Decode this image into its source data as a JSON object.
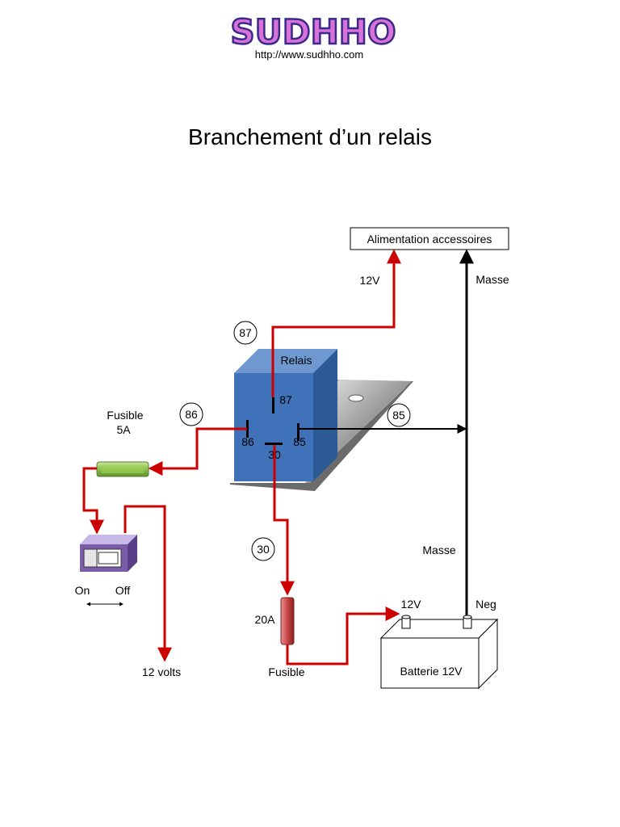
{
  "logo": {
    "text": "SUDHHO",
    "url": "http://www.sudhho.com"
  },
  "title": "Branchement d’un relais",
  "labels": {
    "accessories": "Alimentation  accessoires",
    "v12_top": "12V",
    "masse_top": "Masse",
    "masse_mid": "Masse",
    "relay": "Relais",
    "pin87_inner": "87",
    "pin86_inner": "86",
    "pin85_inner": "85",
    "pin30_inner": "30",
    "circle87": "87",
    "circle86": "86",
    "circle85": "85",
    "circle30": "30",
    "fuse_small_1": "Fusible",
    "fuse_small_2": "5A",
    "on": "On",
    "off": "Off",
    "twelve_volts": "12 volts",
    "fuse_large_rating": "20A",
    "fuse_large": "Fusible",
    "battery_pos": "12V",
    "battery_neg": "Neg",
    "battery": "Batterie 12V"
  },
  "colors": {
    "wire_positive": "#cc0000",
    "wire_ground": "#000000",
    "relay_front": "#3f72b8",
    "relay_top": "#6f98d0",
    "relay_side": "#2c5a96",
    "fuse_small": "#8bc34a",
    "fuse_large": "#c84848",
    "switch": "#7a5ca8",
    "logo_fill": "#d872d8",
    "logo_stroke": "#3a2a8a"
  }
}
